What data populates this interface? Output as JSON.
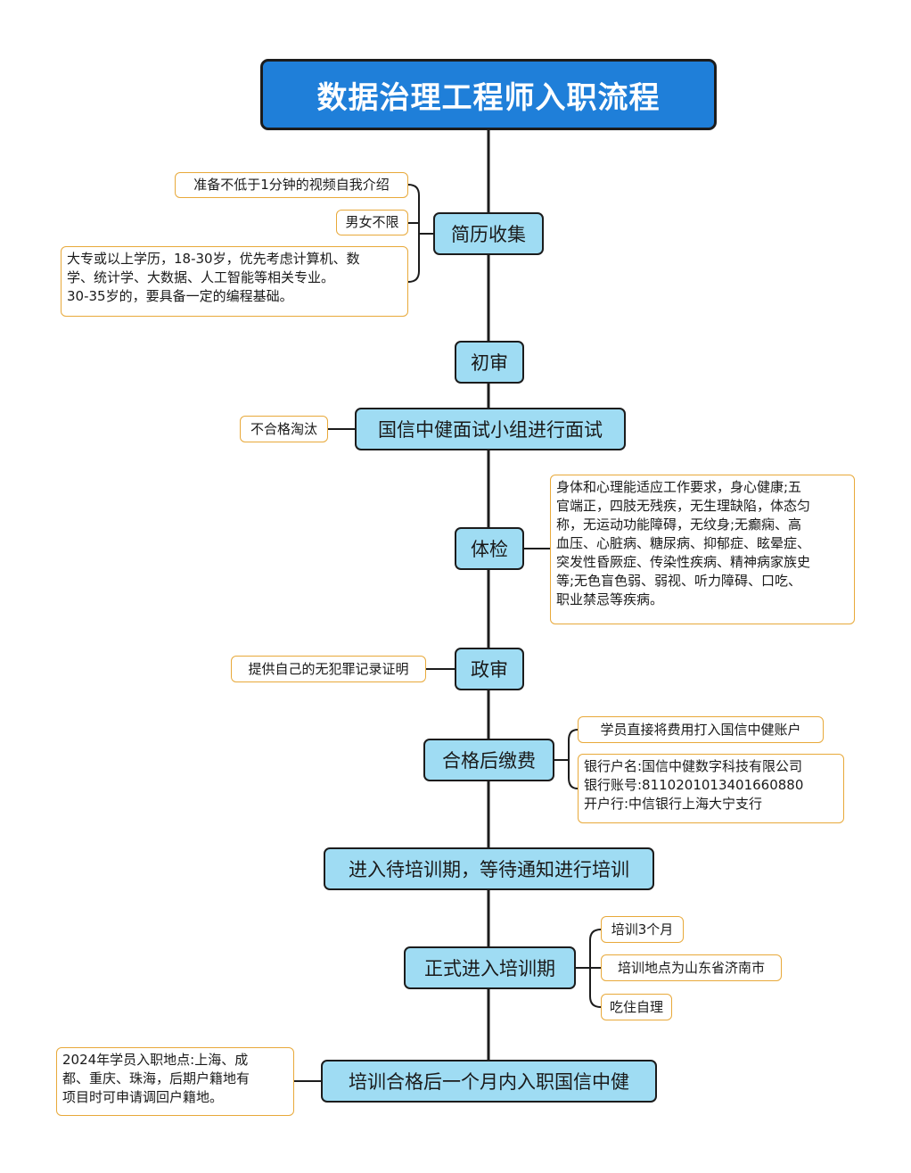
{
  "title": "数据治理工程师入职流程",
  "steps": [
    "简历收集",
    "初审",
    "国信中健面试小组进行面试",
    "体检",
    "政审",
    "合格后缴费",
    "进入待培训期，等待通知进行培训",
    "正式进入培训期",
    "培训合格后一个月内入职国信中健"
  ],
  "notes": {
    "resume_video": "准备不低于1分钟的视频自我介绍",
    "resume_gender": "男女不限",
    "resume_edu": [
      "大专或以上学历，18-30岁，优先考虑计算机、数",
      "学、统计学、大数据、人工智能等相关专业。",
      "30-35岁的，要具备一定的编程基础。"
    ],
    "interview_fail": "不合格淘汰",
    "health": [
      "身体和心理能适应工作要求，身心健康;五",
      "官端正，四肢无残疾，无生理缺陷，体态匀",
      "称，无运动功能障碍，无纹身;无癫痫、高",
      "血压、心脏病、糖尿病、抑郁症、眩晕症、",
      "突发性昏厥症、传染性疾病、精神病家族史",
      "等;无色盲色弱、弱视、听力障碍、口吃、",
      "职业禁忌等疾病。"
    ],
    "political": "提供自己的无犯罪记录证明",
    "pay_direct": "学员直接将费用打入国信中健账户",
    "pay_bank": [
      "银行户名:国信中健数字科技有限公司",
      "银行账号:8110201013401660880",
      "开户行:中信银行上海大宁支行"
    ],
    "train_duration": "培训3个月",
    "train_location": "培训地点为山东省济南市",
    "train_board": "吃住自理",
    "onboard": [
      "2024年学员入职地点:上海、成",
      "都、重庆、珠海，后期户籍地有",
      "项目时可申请调回户籍地。"
    ]
  }
}
